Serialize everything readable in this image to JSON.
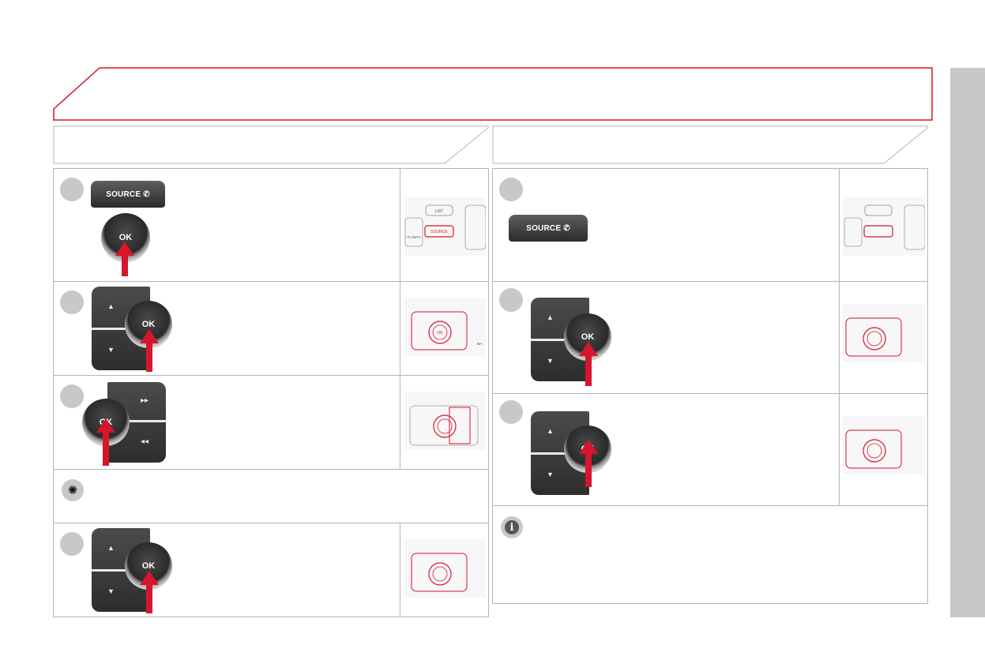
{
  "buttons": {
    "source_label": "SOURCE",
    "ok_label": "OK",
    "up_glyph": "▲",
    "down_glyph": "▼",
    "forward_glyph": "▸▸",
    "rewind_glyph": "◂◂"
  },
  "thumbnail": {
    "list_label": "LIST",
    "source_label": "SOURCE",
    "ta_info_label": "TA INFO",
    "ok_label": "OK",
    "mail_label": "MA"
  },
  "icons": {
    "tip": "lightbulb-icon",
    "info": "info-icon"
  },
  "colors": {
    "accent_red": "#d6162b",
    "sidebar_tab": "#c8c8c8",
    "step_circle": "#c8c8c8",
    "border": "#b5b5b5"
  }
}
